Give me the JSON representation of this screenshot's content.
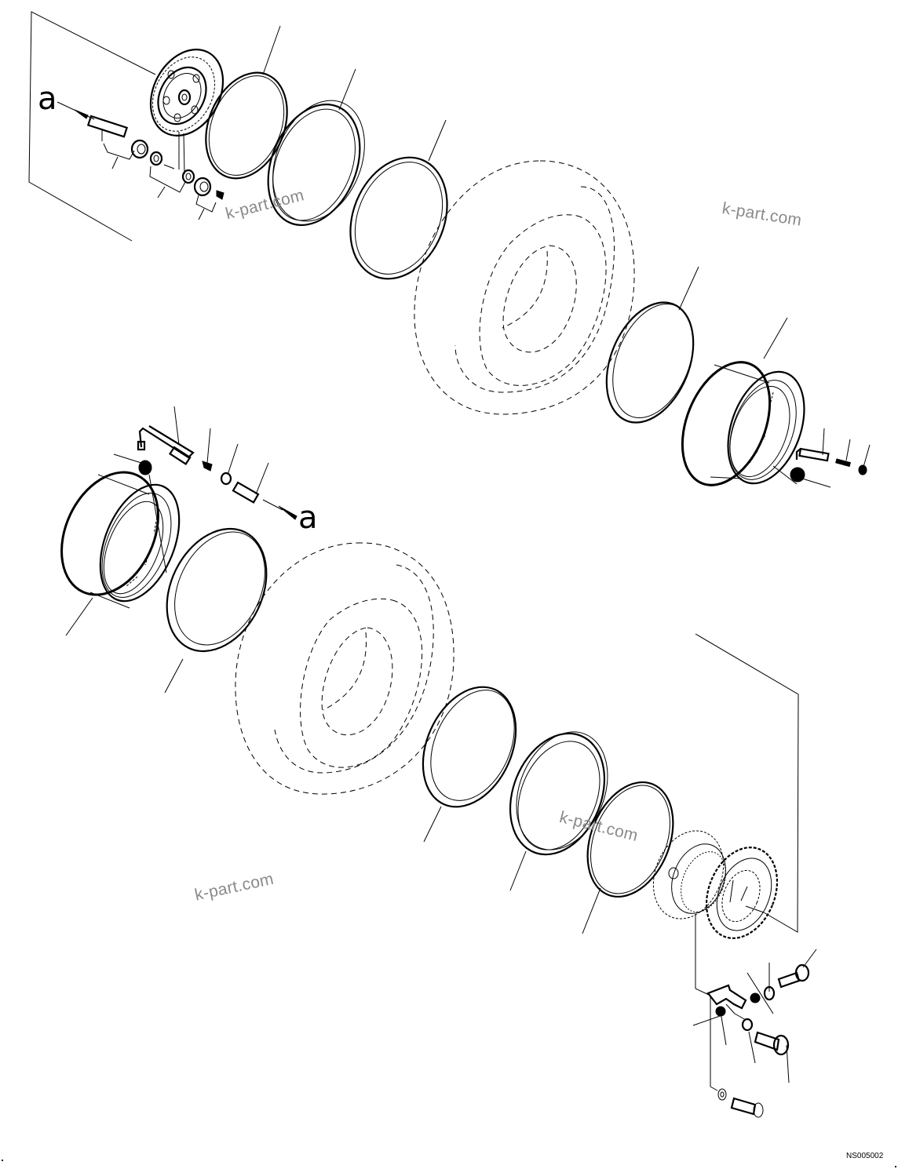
{
  "diagram": {
    "type": "exploded parts view",
    "subject": "dual wheel assembly (tires, rims, rings, hub, valve parts)",
    "drawing_code": "NS005002",
    "reference_labels": [
      {
        "id": "ref-a-top",
        "text": "a"
      },
      {
        "id": "ref-a-mid",
        "text": "a"
      }
    ],
    "watermarks": [
      {
        "text": "k-part.com",
        "position": "top-left"
      },
      {
        "text": "k-part.com",
        "position": "top-right"
      },
      {
        "text": "k-part.com",
        "position": "bottom-center"
      },
      {
        "text": "k-part.com",
        "position": "bottom-left"
      }
    ],
    "parts": [
      {
        "name": "outer-hub-disc"
      },
      {
        "name": "valve-stem-top"
      },
      {
        "name": "valve-nut-top"
      },
      {
        "name": "washers-top"
      },
      {
        "name": "valve-cap-top"
      },
      {
        "name": "o-ring-1"
      },
      {
        "name": "lock-ring-1"
      },
      {
        "name": "side-ring-1"
      },
      {
        "name": "tire-upper"
      },
      {
        "name": "side-ring-2"
      },
      {
        "name": "rim-right"
      },
      {
        "name": "valve-extension-right"
      },
      {
        "name": "valve-core-right"
      },
      {
        "name": "valve-cap-right"
      },
      {
        "name": "valve-nut-right"
      },
      {
        "name": "rim-left"
      },
      {
        "name": "valve-extension-left"
      },
      {
        "name": "valve-core-left"
      },
      {
        "name": "valve-cap-left"
      },
      {
        "name": "valve-adapter-left"
      },
      {
        "name": "side-ring-3"
      },
      {
        "name": "tire-lower"
      },
      {
        "name": "side-ring-4"
      },
      {
        "name": "lock-ring-2"
      },
      {
        "name": "o-ring-2"
      },
      {
        "name": "wheel-hub"
      },
      {
        "name": "bracket"
      },
      {
        "name": "bolts"
      },
      {
        "name": "washers-bottom"
      }
    ],
    "colors": {
      "line": "#000000",
      "watermark": "#8a8a8a",
      "background": "#ffffff"
    }
  }
}
